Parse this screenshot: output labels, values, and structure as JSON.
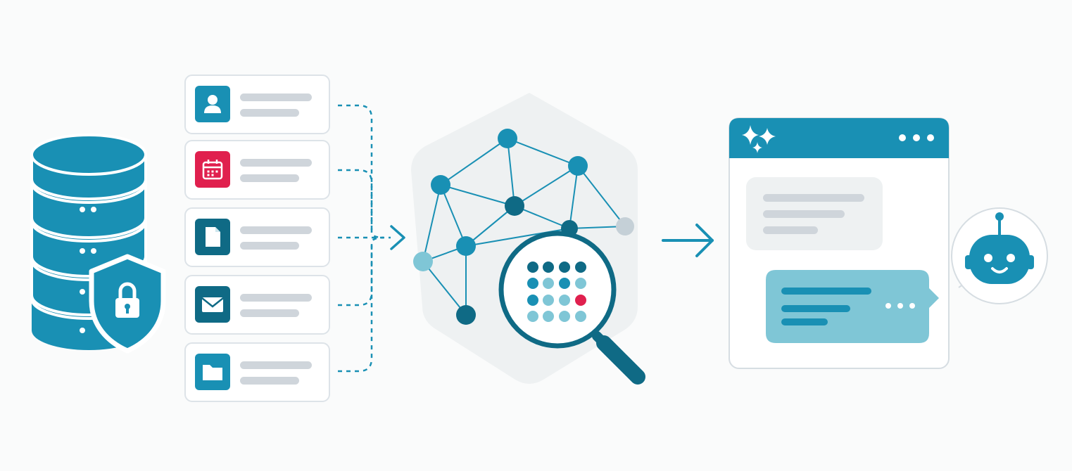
{
  "colors": {
    "teal": "#1990b4",
    "teal_dark": "#0f6a85",
    "teal_light": "#7fc6d6",
    "red": "#e0204e",
    "gray_line": "#cfd5db",
    "gray_dot": "#c5d0d7",
    "panel_bg": "#f0f2f3",
    "white": "#ffffff"
  },
  "icons": {
    "database": "database-icon",
    "shield": "shield-lock-icon",
    "sources": [
      "user-icon",
      "calendar-icon",
      "file-icon",
      "mail-icon",
      "folder-icon"
    ],
    "network": "knowledge-graph-icon",
    "search": "magnifier-icon",
    "sparkle": "sparkle-icon",
    "menu": "more-dots-icon",
    "bot": "robot-icon"
  },
  "sources": [
    {
      "icon": "user-icon",
      "tone": "teal"
    },
    {
      "icon": "calendar-icon",
      "tone": "red"
    },
    {
      "icon": "file-icon",
      "tone": "dark"
    },
    {
      "icon": "mail-icon",
      "tone": "dark"
    },
    {
      "icon": "folder-icon",
      "tone": "teal"
    }
  ],
  "stages": [
    "secure-data-store",
    "document-sources",
    "knowledge-graph-search",
    "ai-chat-window"
  ]
}
